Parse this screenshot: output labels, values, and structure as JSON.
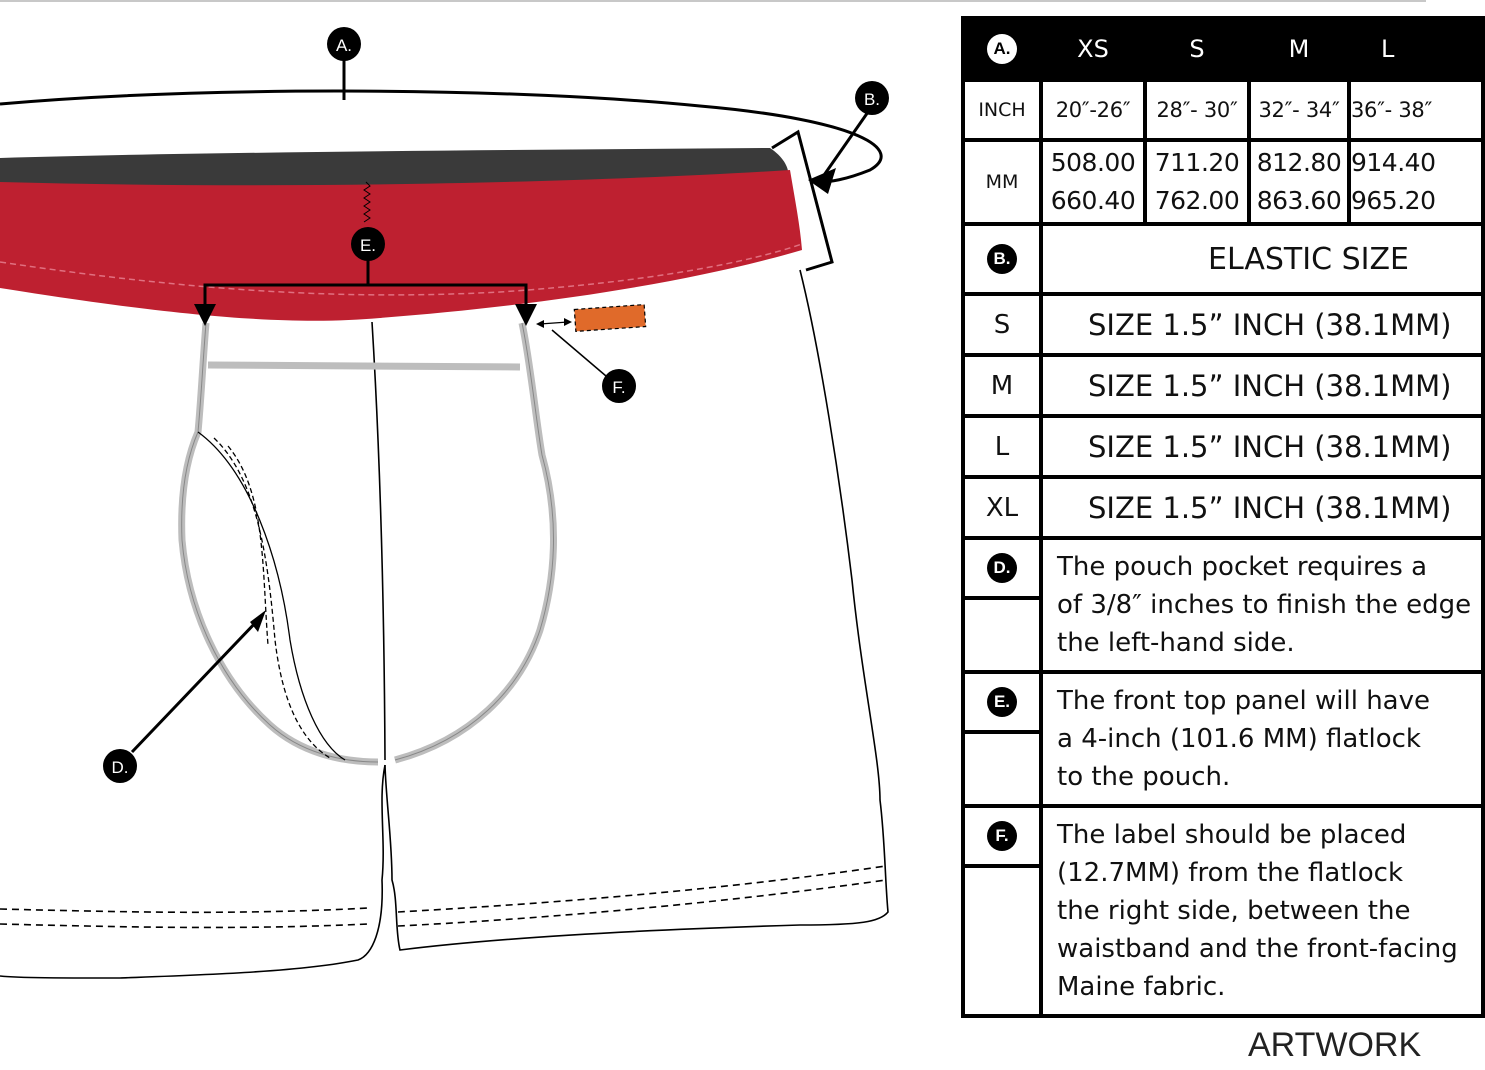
{
  "callouts": {
    "a": "A.",
    "b": "B.",
    "d": "D.",
    "e": "E.",
    "f": "F."
  },
  "colors": {
    "waistband": "#be2030",
    "waistband_top": "#3a3a3a",
    "label_tag": "#e06a2a",
    "binding": "#bdbdbd"
  },
  "table": {
    "header": {
      "key": "A.",
      "sizes": [
        "XS",
        "S",
        "M",
        "L"
      ]
    },
    "inch": {
      "unit": "INCH",
      "values": [
        "20″-26″",
        "28″- 30″",
        "32″- 34″",
        "36″- 38″"
      ]
    },
    "mm": {
      "unit": "MM",
      "values": [
        [
          "508.00",
          "660.40"
        ],
        [
          "711.20",
          "762.00"
        ],
        [
          "812.80",
          "863.60"
        ],
        [
          "914.40",
          "965.20"
        ]
      ]
    },
    "elastic": {
      "key": "B.",
      "title": "ELASTIC SIZE"
    },
    "elastic_rows": [
      {
        "size": "S",
        "value": "SIZE 1.5” INCH (38.1MM)"
      },
      {
        "size": "M",
        "value": "SIZE 1.5” INCH (38.1MM)"
      },
      {
        "size": "L",
        "value": "SIZE 1.5” INCH (38.1MM)"
      },
      {
        "size": "XL",
        "value": "SIZE 1.5” INCH (38.1MM)"
      }
    ],
    "notes": [
      {
        "key": "D.",
        "lines": [
          "The pouch pocket requires a",
          "of 3/8″ inches to finish the edge",
          "the left-hand side."
        ]
      },
      {
        "key": "E.",
        "lines": [
          "The front top panel will have",
          "a 4-inch (101.6 MM)  flatlock",
          "to the pouch."
        ]
      },
      {
        "key": "F.",
        "lines": [
          "The label should be placed",
          "(12.7MM) from the flatlock",
          "the right side, between the",
          "waistband and the front-facing",
          "Maine fabric."
        ]
      }
    ]
  },
  "footer": {
    "artwork": "ARTWORK"
  }
}
